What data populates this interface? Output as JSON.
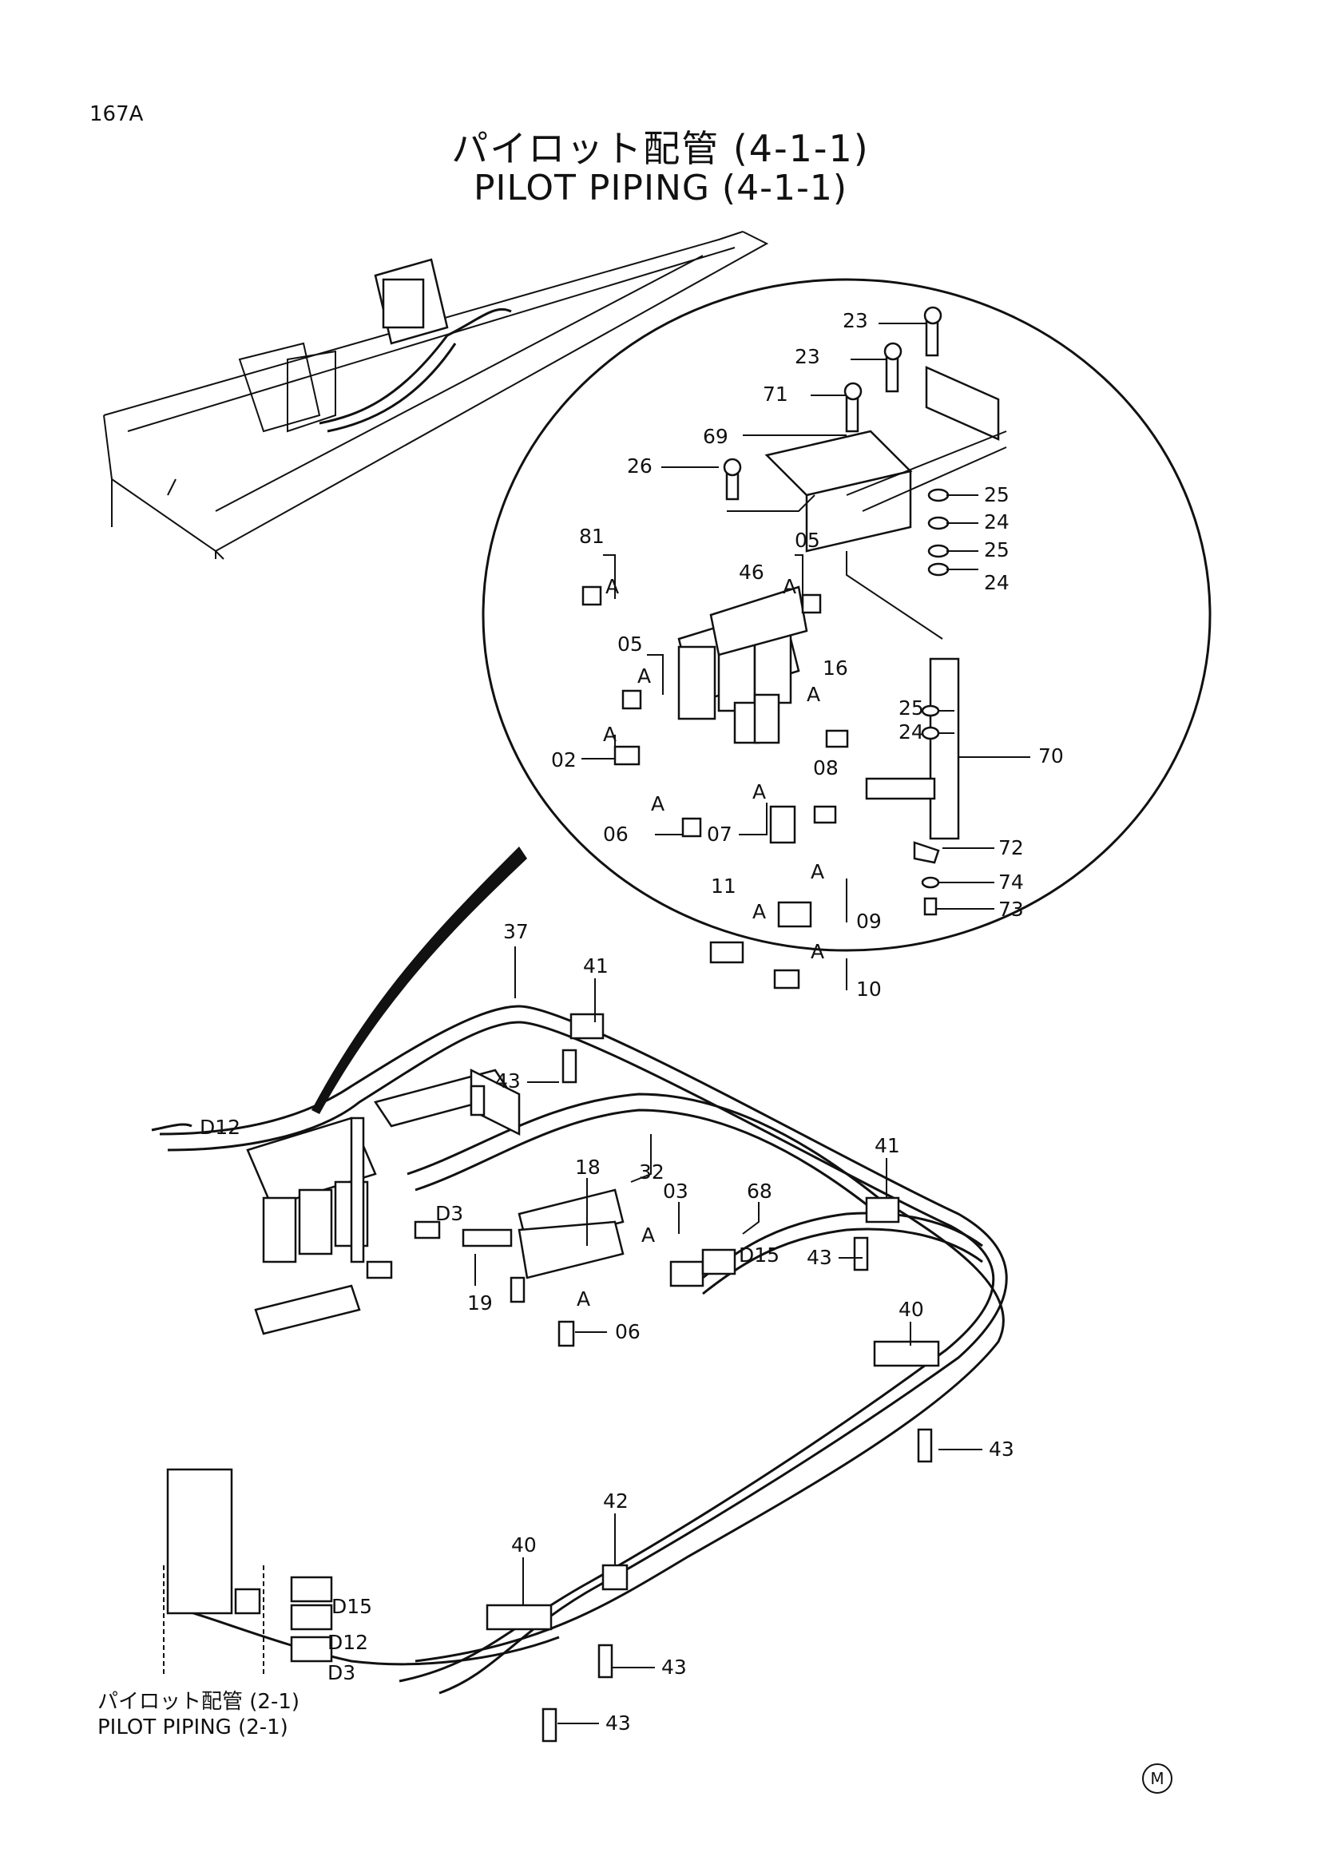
{
  "header": {
    "page_number": "167A",
    "title_jp": "パイロット配管 (4-1-1)",
    "title_en": "PILOT PIPING (4-1-1)"
  },
  "reference": {
    "label_jp": "パイロット配管 (2-1)",
    "label_en": "PILOT PIPING (2-1)"
  },
  "footer_mark": "M",
  "callouts": {
    "c23a": "23",
    "c23b": "23",
    "c71": "71",
    "c69": "69",
    "c26": "26",
    "c25a": "25",
    "c24a": "24",
    "c25b": "25",
    "c24b": "24",
    "c81": "81",
    "c05a": "05",
    "c46": "46",
    "c05b": "05",
    "c16": "16",
    "c25c": "25",
    "c24c": "24",
    "c70": "70",
    "c02": "02",
    "c08": "08",
    "c06a": "06",
    "c07": "07",
    "c72": "72",
    "c74": "74",
    "c73": "73",
    "c11": "11",
    "c09": "09",
    "c10": "10",
    "c37": "37",
    "c41a": "41",
    "c43a": "43",
    "c32": "32",
    "c18": "18",
    "c03": "03",
    "c68": "68",
    "c41b": "41",
    "c43b": "43",
    "c19": "19",
    "c06b": "06",
    "c40a": "40",
    "c43c": "43",
    "c42": "42",
    "c40b": "40",
    "c43d": "43",
    "c43e": "43"
  },
  "port_labels": {
    "d12_top": "D12",
    "d3_top": "D3",
    "d15_mid": "D15",
    "d15_bot": "D15",
    "d12_bot": "D12",
    "d3_bot": "D3"
  },
  "joint_marks": {
    "a1": "A",
    "a2": "A",
    "a3": "A",
    "a4": "A",
    "a5": "A",
    "a6": "A",
    "a7": "A",
    "a8": "A",
    "a9": "A",
    "a10": "A",
    "a11": "A",
    "a12": "A"
  }
}
